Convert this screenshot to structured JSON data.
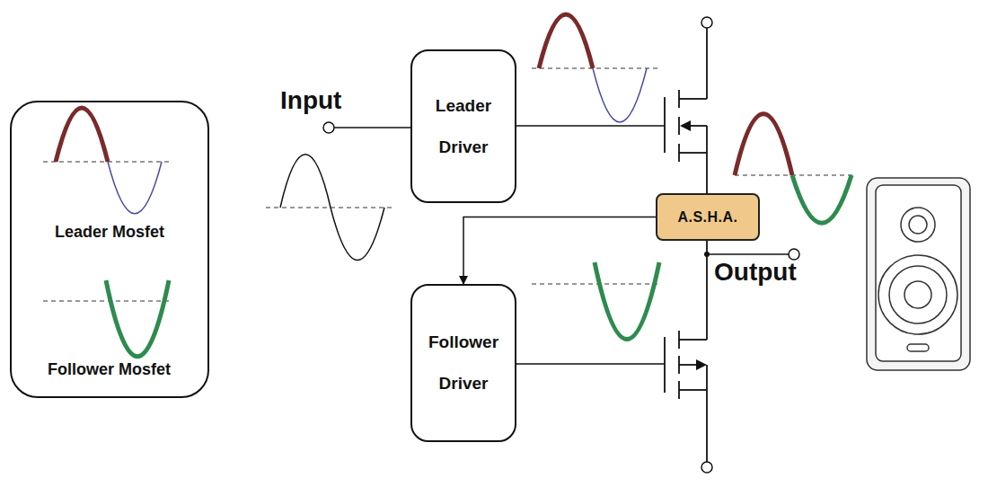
{
  "diagram": {
    "nodes": [
      {
        "text": [
          "Leader Driver"
        ]
      },
      {
        "text": [
          "Follower Driver"
        ]
      },
      {
        "text": [
          "A.S.H.A."
        ]
      }
    ],
    "edges": [
      {
        "from": 2,
        "to": 1,
        "arrow": "to"
      }
    ],
    "labels": [
      "Input",
      "Output"
    ],
    "legend": [
      {
        "text": "Leader Mosfet"
      },
      {
        "text": "Follower Mosfet"
      }
    ]
  }
}
